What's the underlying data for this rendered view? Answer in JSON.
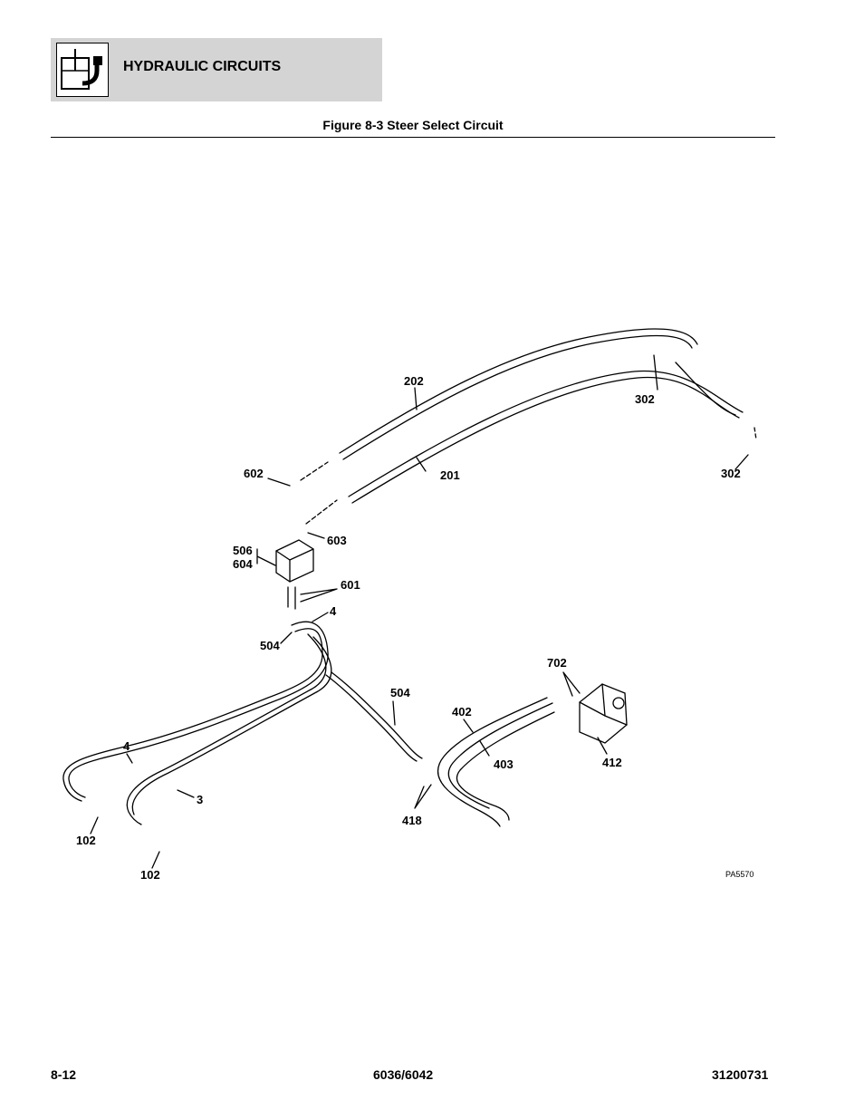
{
  "header": {
    "section_title": "HYDRAULIC CIRCUITS"
  },
  "figure": {
    "title": "Figure 8-3 Steer Select Circuit",
    "id": "PA5570"
  },
  "callouts": {
    "c202": "202",
    "c302a": "302",
    "c302b": "302",
    "c602": "602",
    "c201": "201",
    "c506": "506",
    "c604": "604",
    "c603": "603",
    "c601": "601",
    "c4a": "4",
    "c504a": "504",
    "c702": "702",
    "c504b": "504",
    "c402": "402",
    "c4b": "4",
    "c403": "403",
    "c412": "412",
    "c3": "3",
    "c418": "418",
    "c102a": "102",
    "c102b": "102"
  },
  "footer": {
    "page": "8-12",
    "model": "6036/6042",
    "doc": "31200731"
  }
}
